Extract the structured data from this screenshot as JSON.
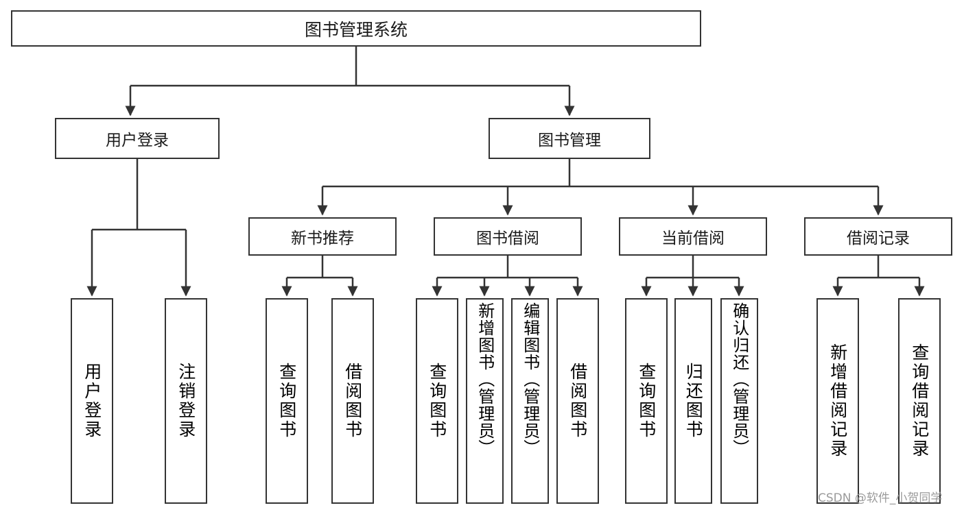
{
  "diagram": {
    "title": "图书管理系统",
    "type": "tree",
    "watermark": "CSDN @软件_小贺同学",
    "colors": {
      "stroke": "#333333",
      "fill": "#ffffff",
      "text": "#1a1a1a",
      "watermark": "#9a9a9a"
    },
    "root": {
      "label": "图书管理系统"
    },
    "level2": [
      {
        "id": "user-login",
        "label": "用户登录"
      },
      {
        "id": "book-manage",
        "label": "图书管理"
      }
    ],
    "level3": [
      {
        "id": "new-book-rec",
        "label": "新书推荐"
      },
      {
        "id": "book-borrow",
        "label": "图书借阅"
      },
      {
        "id": "current-borrow",
        "label": "当前借阅"
      },
      {
        "id": "borrow-record",
        "label": "借阅记录"
      }
    ],
    "leaves": [
      {
        "id": "leaf-user-login",
        "label": "用户登录",
        "parent": "user-login"
      },
      {
        "id": "leaf-logout",
        "label": "注销登录",
        "parent": "user-login"
      },
      {
        "id": "leaf-query-book-1",
        "label": "查询图书",
        "parent": "new-book-rec"
      },
      {
        "id": "leaf-borrow-book-1",
        "label": "借阅图书",
        "parent": "new-book-rec"
      },
      {
        "id": "leaf-query-book-2",
        "label": "查询图书",
        "parent": "book-borrow"
      },
      {
        "id": "leaf-add-book",
        "label": "新增图书（管理员）",
        "parent": "book-borrow"
      },
      {
        "id": "leaf-edit-book",
        "label": "编辑图书（管理员）",
        "parent": "book-borrow"
      },
      {
        "id": "leaf-borrow-book-2",
        "label": "借阅图书",
        "parent": "book-borrow"
      },
      {
        "id": "leaf-query-book-3",
        "label": "查询图书",
        "parent": "current-borrow"
      },
      {
        "id": "leaf-return-book",
        "label": "归还图书",
        "parent": "current-borrow"
      },
      {
        "id": "leaf-confirm-return",
        "label": "确认归还（管理员）",
        "parent": "current-borrow"
      },
      {
        "id": "leaf-add-record",
        "label": "新增借阅记录",
        "parent": "borrow-record"
      },
      {
        "id": "leaf-query-record",
        "label": "查询借阅记录",
        "parent": "borrow-record"
      }
    ]
  }
}
